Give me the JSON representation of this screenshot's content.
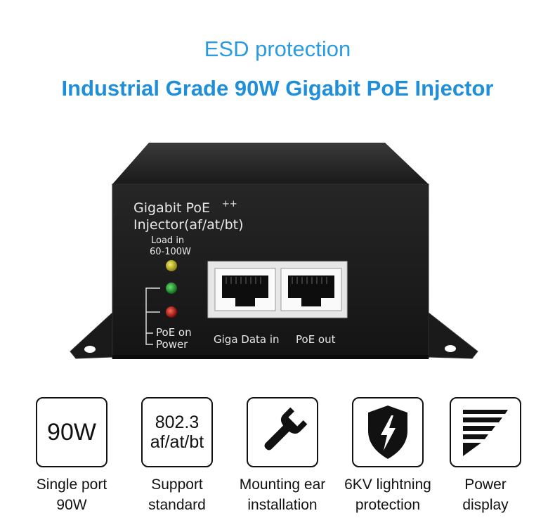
{
  "header": {
    "subtitle": "ESD protection",
    "title": "Industrial Grade 90W Gigabit PoE Injector"
  },
  "device": {
    "label_line1": "Gigabit PoE",
    "label_sup": "++",
    "label_line2": "Injector(af/at/bt)",
    "load_line1": "Load in",
    "load_line2": "60-100W",
    "led_poe_label": "PoE on",
    "led_power_label": "Power",
    "port_data_label": "Giga Data in",
    "port_poe_label": "PoE out",
    "colors": {
      "body": "#1c1c1c",
      "led_yellow": "#b8b21a",
      "led_green": "#1f9e2a",
      "led_red": "#c01818"
    }
  },
  "features": [
    {
      "box_text": "90W",
      "caption_line1": "Single port",
      "caption_line2": "90W"
    },
    {
      "box_line1": "802.3",
      "box_line2": "af/at/bt",
      "caption_line1": "Support",
      "caption_line2": "standard"
    },
    {
      "icon": "wrench-icon",
      "caption_line1": "Mounting ear",
      "caption_line2": "installation"
    },
    {
      "icon": "lightning-shield-icon",
      "caption_line1": "6KV lightning",
      "caption_line2": "protection"
    },
    {
      "icon": "power-bars-icon",
      "caption_line1": "Power",
      "caption_line2": "display"
    }
  ]
}
